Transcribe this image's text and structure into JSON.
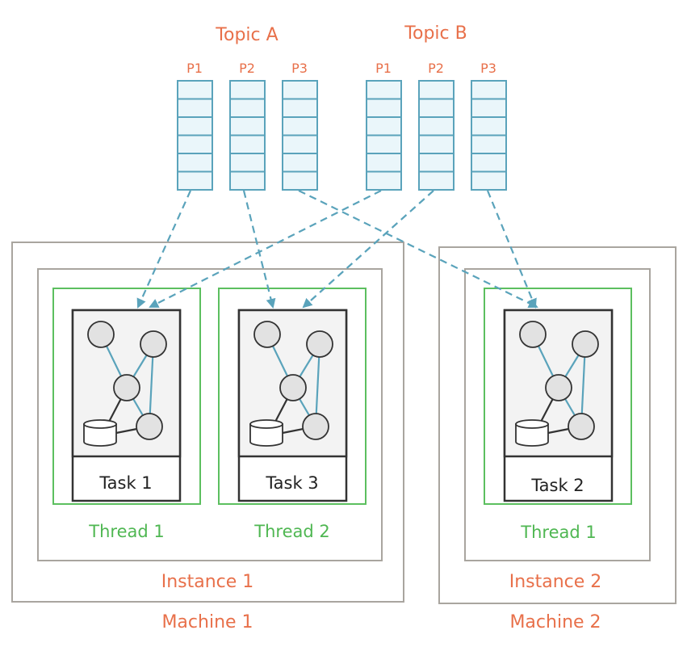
{
  "topics": [
    {
      "name": "Topic A",
      "partitions": [
        "P1",
        "P2",
        "P3"
      ]
    },
    {
      "name": "Topic B",
      "partitions": [
        "P1",
        "P2",
        "P3"
      ]
    }
  ],
  "machines": [
    {
      "label": "Machine 1",
      "instance": "Instance 1",
      "threads": [
        {
          "label": "Thread 1",
          "task": "Task 1"
        },
        {
          "label": "Thread 2",
          "task": "Task 3"
        }
      ]
    },
    {
      "label": "Machine 2",
      "instance": "Instance 2",
      "threads": [
        {
          "label": "Thread 1",
          "task": "Task 2"
        }
      ]
    }
  ],
  "assignments": [
    {
      "topic": "Topic A",
      "partition": "P1",
      "task": "Task 1"
    },
    {
      "topic": "Topic A",
      "partition": "P2",
      "task": "Task 3"
    },
    {
      "topic": "Topic A",
      "partition": "P3",
      "task": "Task 2"
    },
    {
      "topic": "Topic B",
      "partition": "P1",
      "task": "Task 1"
    },
    {
      "topic": "Topic B",
      "partition": "P2",
      "task": "Task 3"
    },
    {
      "topic": "Topic B",
      "partition": "P3",
      "task": "Task 2"
    }
  ],
  "colors": {
    "label_orange": "#e8704a",
    "thread_green": "#4fb752",
    "partition_blue": "#5aa3bb",
    "container_gray": "#a9a59f"
  }
}
